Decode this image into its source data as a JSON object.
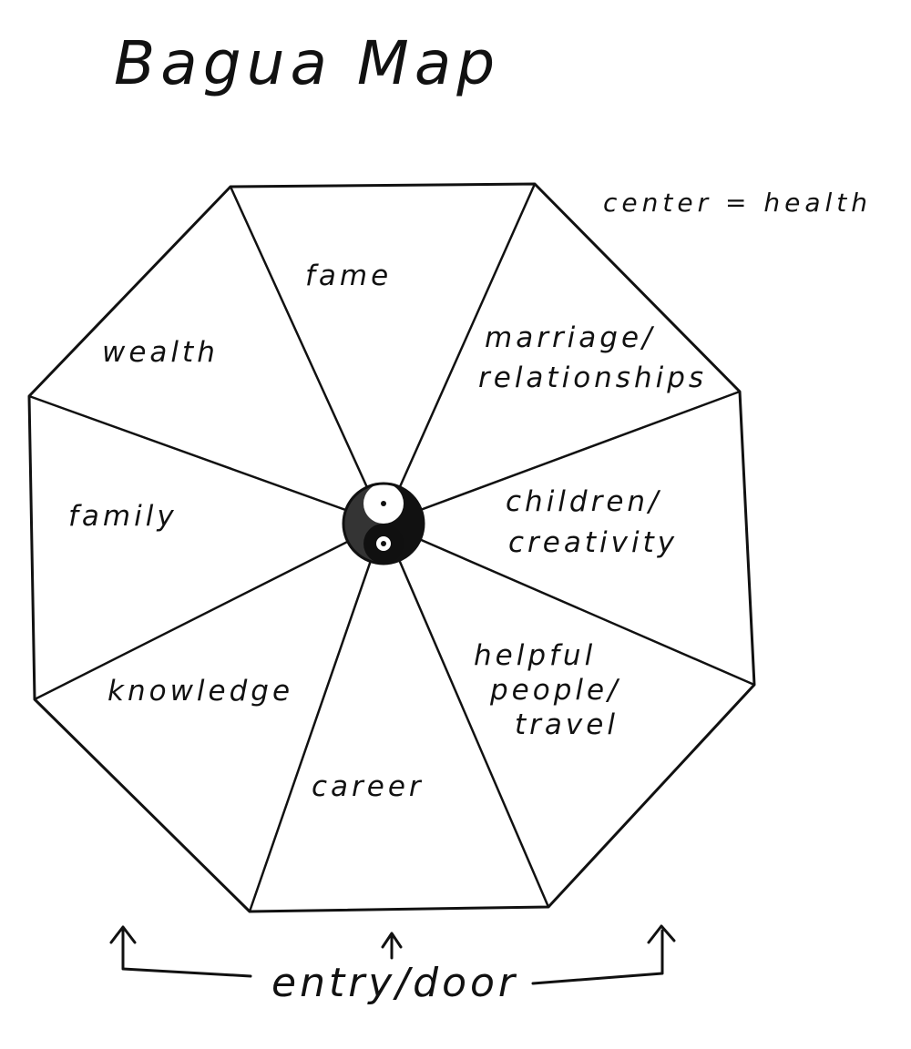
{
  "title": "Bagua Map",
  "center_note": "center = health",
  "entry_label": "entry/door",
  "areas": {
    "fame": [
      "fame"
    ],
    "marriage": [
      "marriage/",
      "relationships"
    ],
    "children": [
      "children/",
      "creativity"
    ],
    "helpful": [
      "helpful",
      "people/",
      "travel"
    ],
    "career": [
      "career"
    ],
    "knowledge": [
      "knowledge"
    ],
    "family": [
      "family"
    ],
    "wealth": [
      "wealth"
    ]
  },
  "center_symbol": "yin-yang-icon",
  "colors": {
    "ink": "#111111",
    "paper": "#ffffff"
  }
}
